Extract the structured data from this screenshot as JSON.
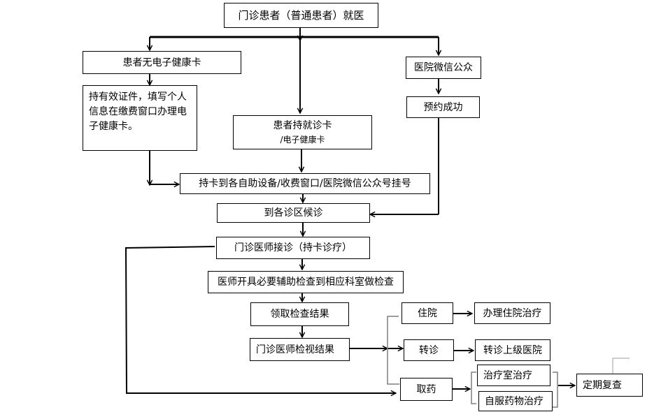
{
  "title": "门诊患者（普通患者）就医",
  "branches": {
    "no_card": {
      "label": "患者无电子健康卡",
      "step": "持有效证件，填写个人信息在缴费窗口办理电子健康卡。"
    },
    "has_card": {
      "line1": "患者持就诊卡",
      "line2": "/电子健康卡"
    },
    "wechat": {
      "label": "医院微信公众",
      "step": "预约成功"
    }
  },
  "steps": {
    "register": "持卡到各自助设备/收费窗口/医院微信公众号挂号",
    "wait": "到各诊区候诊",
    "consult": "门诊医师接诊（持卡诊疗）",
    "exam": "医师开具必要辅助检查到相应科室做检查",
    "results": "领取检查结果",
    "review": "门诊医师检视结果"
  },
  "outcomes": {
    "hospitalize": {
      "label": "住院",
      "next": "办理住院治疗"
    },
    "transfer": {
      "label": "转诊",
      "next": "转诊上级医院"
    },
    "medicine": {
      "label": "取药",
      "options": [
        "治疗室治疗",
        "自服药物治疗"
      ],
      "next": "定期复查"
    }
  }
}
